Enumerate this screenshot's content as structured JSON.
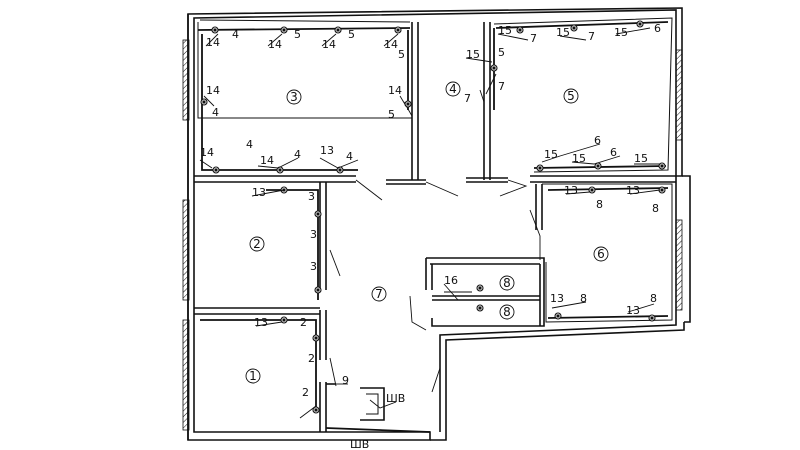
{
  "rooms": [
    {
      "id": "room-1",
      "label": "1"
    },
    {
      "id": "room-2",
      "label": "2"
    },
    {
      "id": "room-3",
      "label": "3"
    },
    {
      "id": "room-4",
      "label": "4"
    },
    {
      "id": "room-5",
      "label": "5"
    },
    {
      "id": "room-6",
      "label": "6"
    },
    {
      "id": "room-7",
      "label": "7"
    },
    {
      "id": "room-8a",
      "label": "8"
    },
    {
      "id": "room-8b",
      "label": "8"
    }
  ],
  "labels": {
    "r3_top_1": "14",
    "r3_top_1b": "4",
    "r3_top_2": "14",
    "r3_top_2b": "5",
    "r3_top_3": "14",
    "r3_top_3b": "5",
    "r3_top_4": "14",
    "r3_top_4b": "5",
    "r3_left_1": "14",
    "r3_left_1b": "4",
    "r3_right_1": "14",
    "r3_right_1b": "5",
    "r3_bot_1": "14",
    "r3_bot_1b": "4",
    "r3_bot_2": "14",
    "r3_bot_2b": "4",
    "r3_bot_3": "13",
    "r3_bot_3b": "4",
    "r4_1": "15",
    "r4_1b": "5",
    "r4_2": "7",
    "r4_3": "7",
    "r5_top_1": "15",
    "r5_top_1b": "7",
    "r5_top_2": "15",
    "r5_top_2b": "7",
    "r5_top_3": "15",
    "r5_top_3b": "6",
    "r5_bot_1": "15",
    "r5_bot_1b": "6",
    "r5_bot_2": "15",
    "r5_bot_2b": "6",
    "r5_bot_3": "15",
    "r6_top_1": "13",
    "r6_top_1b": "8",
    "r6_top_2": "13",
    "r6_top_2b": "8",
    "r6_bot_1": "13",
    "r6_bot_1b": "8",
    "r6_bot_2": "13",
    "r6_bot_2b": "8",
    "r2_top": "13",
    "r2_topb": "3",
    "r2_right_1": "3",
    "r2_right_2": "3",
    "r1_top": "13",
    "r1_topb": "2",
    "r1_right": "2",
    "r1_bot": "2",
    "corr_9": "9",
    "corr_16": "16",
    "sh1": "ШВ",
    "sh2": "ШВ"
  }
}
